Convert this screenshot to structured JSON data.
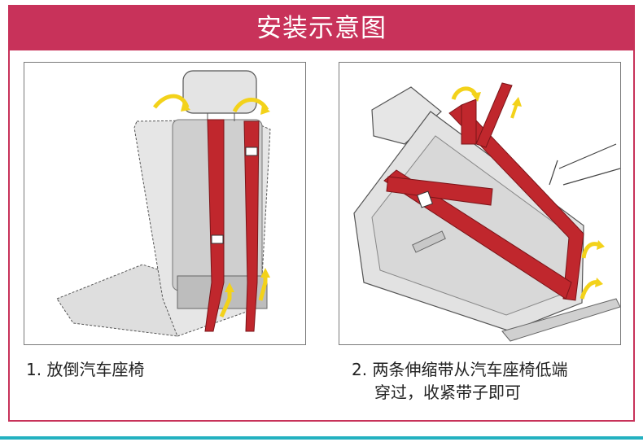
{
  "header": {
    "title": "安装示意图"
  },
  "steps": [
    {
      "caption": "1. 放倒汽车座椅"
    },
    {
      "caption_line1": "2. 两条伸缩带从汽车座椅低端",
      "caption_line2": "穿过，收紧带子即可"
    }
  ],
  "colors": {
    "accent": "#c8325a",
    "strap": "#c0272d",
    "arrow": "#f3d21a",
    "bottom_bar": "#23b1c0"
  },
  "icons": {
    "arrow": "curved-arrow-icon"
  }
}
